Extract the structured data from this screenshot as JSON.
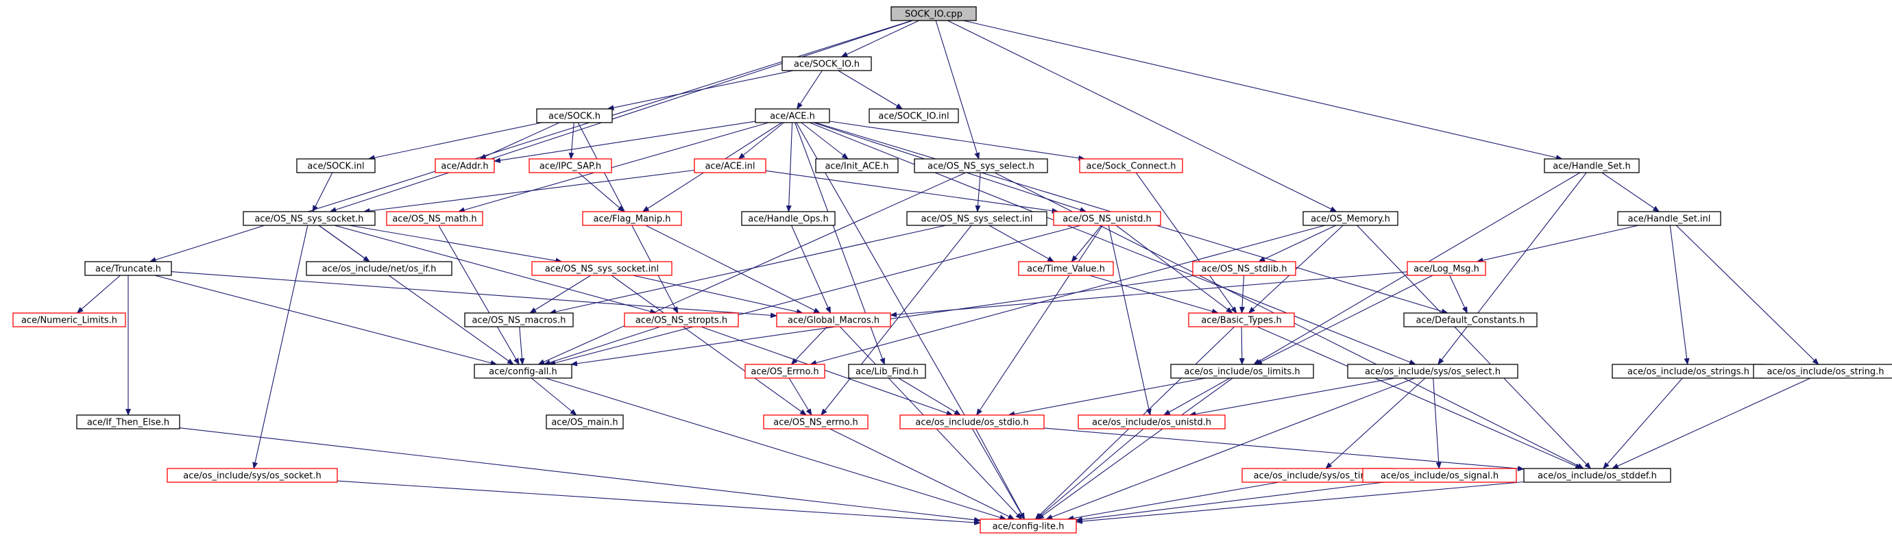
{
  "colors": {
    "edge": "#191970",
    "border_existing": "#000000",
    "border_missing": "#ff0000",
    "root_fill": "#bfbfbf",
    "background": "#ffffff"
  },
  "nodes": [
    {
      "id": "root",
      "label": "SOCK_IO.cpp",
      "kind": "root"
    },
    {
      "id": "sock_io_h",
      "label": "ace/SOCK_IO.h",
      "kind": "black"
    },
    {
      "id": "sock_h",
      "label": "ace/SOCK.h",
      "kind": "black"
    },
    {
      "id": "ace_h",
      "label": "ace/ACE.h",
      "kind": "black"
    },
    {
      "id": "sock_io_inl",
      "label": "ace/SOCK_IO.inl",
      "kind": "black"
    },
    {
      "id": "os_ns_sys_select_h",
      "label": "ace/OS_NS_sys_select.h",
      "kind": "black"
    },
    {
      "id": "handle_set_h",
      "label": "ace/Handle_Set.h",
      "kind": "black"
    },
    {
      "id": "sock_inl",
      "label": "ace/SOCK.inl",
      "kind": "black"
    },
    {
      "id": "addr_h",
      "label": "ace/Addr.h",
      "kind": "red"
    },
    {
      "id": "ipc_sap_h",
      "label": "ace/IPC_SAP.h",
      "kind": "red"
    },
    {
      "id": "ace_inl",
      "label": "ace/ACE.inl",
      "kind": "red"
    },
    {
      "id": "init_ace_h",
      "label": "ace/Init_ACE.h",
      "kind": "black"
    },
    {
      "id": "sock_connect_h",
      "label": "ace/Sock_Connect.h",
      "kind": "red"
    },
    {
      "id": "os_ns_sys_socket_h",
      "label": "ace/OS_NS_sys_socket.h",
      "kind": "black"
    },
    {
      "id": "os_ns_math_h",
      "label": "ace/OS_NS_math.h",
      "kind": "red"
    },
    {
      "id": "flag_manip_h",
      "label": "ace/Flag_Manip.h",
      "kind": "red"
    },
    {
      "id": "handle_ops_h",
      "label": "ace/Handle_Ops.h",
      "kind": "black"
    },
    {
      "id": "os_ns_sys_select_inl",
      "label": "ace/OS_NS_sys_select.inl",
      "kind": "black"
    },
    {
      "id": "os_ns_unistd_h",
      "label": "ace/OS_NS_unistd.h",
      "kind": "red"
    },
    {
      "id": "os_memory_h",
      "label": "ace/OS_Memory.h",
      "kind": "black"
    },
    {
      "id": "handle_set_inl",
      "label": "ace/Handle_Set.inl",
      "kind": "black"
    },
    {
      "id": "truncate_h",
      "label": "ace/Truncate.h",
      "kind": "black"
    },
    {
      "id": "os_if_h",
      "label": "ace/os_include/net/os_if.h",
      "kind": "black"
    },
    {
      "id": "os_ns_sys_socket_inl",
      "label": "ace/OS_NS_sys_socket.inl",
      "kind": "red"
    },
    {
      "id": "time_value_h",
      "label": "ace/Time_Value.h",
      "kind": "red"
    },
    {
      "id": "os_ns_stdlib_h",
      "label": "ace/OS_NS_stdlib.h",
      "kind": "red"
    },
    {
      "id": "log_msg_h",
      "label": "ace/Log_Msg.h",
      "kind": "red"
    },
    {
      "id": "numeric_limits_h",
      "label": "ace/Numeric_Limits.h",
      "kind": "red"
    },
    {
      "id": "os_ns_macros_h",
      "label": "ace/OS_NS_macros.h",
      "kind": "black"
    },
    {
      "id": "os_ns_stropts_h",
      "label": "ace/OS_NS_stropts.h",
      "kind": "red"
    },
    {
      "id": "global_macros_h",
      "label": "ace/Global_Macros.h",
      "kind": "red"
    },
    {
      "id": "basic_types_h",
      "label": "ace/Basic_Types.h",
      "kind": "red"
    },
    {
      "id": "default_constants_h",
      "label": "ace/Default_Constants.h",
      "kind": "black"
    },
    {
      "id": "config_all_h",
      "label": "ace/config-all.h",
      "kind": "black"
    },
    {
      "id": "os_errno_h",
      "label": "ace/OS_Errno.h",
      "kind": "red"
    },
    {
      "id": "lib_find_h",
      "label": "ace/Lib_Find.h",
      "kind": "black"
    },
    {
      "id": "os_limits_h",
      "label": "ace/os_include/os_limits.h",
      "kind": "black"
    },
    {
      "id": "os_sys_select_h",
      "label": "ace/os_include/sys/os_select.h",
      "kind": "black"
    },
    {
      "id": "os_strings_h",
      "label": "ace/os_include/os_strings.h",
      "kind": "black"
    },
    {
      "id": "os_string_h",
      "label": "ace/os_include/os_string.h",
      "kind": "black"
    },
    {
      "id": "if_then_else_h",
      "label": "ace/If_Then_Else.h",
      "kind": "black"
    },
    {
      "id": "os_main_h",
      "label": "ace/OS_main.h",
      "kind": "black"
    },
    {
      "id": "os_ns_errno_h",
      "label": "ace/OS_NS_errno.h",
      "kind": "red"
    },
    {
      "id": "os_stdio_h",
      "label": "ace/os_include/os_stdio.h",
      "kind": "red"
    },
    {
      "id": "os_unistd_h",
      "label": "ace/os_include/os_unistd.h",
      "kind": "red"
    },
    {
      "id": "os_sys_socket_h",
      "label": "ace/os_include/sys/os_socket.h",
      "kind": "red"
    },
    {
      "id": "os_sys_time_h",
      "label": "ace/os_include/sys/os_time.h",
      "kind": "red"
    },
    {
      "id": "os_signal_h",
      "label": "ace/os_include/os_signal.h",
      "kind": "red"
    },
    {
      "id": "os_stddef_h",
      "label": "ace/os_include/os_stddef.h",
      "kind": "black"
    },
    {
      "id": "config_lite_h",
      "label": "ace/config-lite.h",
      "kind": "red"
    }
  ],
  "edges": [
    [
      "root",
      "sock_io_h"
    ],
    [
      "root",
      "os_ns_sys_select_h"
    ],
    [
      "root",
      "os_memory_h"
    ],
    [
      "root",
      "handle_set_h"
    ],
    [
      "root",
      "truncate_h"
    ],
    [
      "root",
      "os_ns_sys_socket_h"
    ],
    [
      "sock_io_h",
      "sock_h"
    ],
    [
      "sock_io_h",
      "ace_h"
    ],
    [
      "sock_io_h",
      "sock_io_inl"
    ],
    [
      "sock_h",
      "sock_inl"
    ],
    [
      "sock_h",
      "addr_h"
    ],
    [
      "sock_h",
      "ipc_sap_h"
    ],
    [
      "sock_h",
      "os_ns_stropts_h"
    ],
    [
      "ace_h",
      "addr_h"
    ],
    [
      "ace_h",
      "ace_inl"
    ],
    [
      "ace_h",
      "init_ace_h"
    ],
    [
      "ace_h",
      "handle_ops_h"
    ],
    [
      "ace_h",
      "flag_manip_h"
    ],
    [
      "ace_h",
      "os_ns_math_h"
    ],
    [
      "ace_h",
      "lib_find_h"
    ],
    [
      "ace_h",
      "config_lite_h"
    ],
    [
      "ace_h",
      "sock_connect_h"
    ],
    [
      "ace_h",
      "os_ns_unistd_h"
    ],
    [
      "ace_h",
      "default_constants_h"
    ],
    [
      "ace_h",
      "os_sys_select_h"
    ],
    [
      "sock_inl",
      "os_ns_sys_socket_h"
    ],
    [
      "ipc_sap_h",
      "flag_manip_h"
    ],
    [
      "ace_inl",
      "os_ns_sys_socket_h"
    ],
    [
      "ace_inl",
      "os_ns_unistd_h"
    ],
    [
      "os_ns_sys_select_h",
      "os_ns_sys_select_inl"
    ],
    [
      "os_ns_sys_select_h",
      "config_all_h"
    ],
    [
      "os_ns_sys_select_h",
      "os_stddef_h"
    ],
    [
      "sock_connect_h",
      "basic_types_h"
    ],
    [
      "handle_set_h",
      "handle_set_inl"
    ],
    [
      "handle_set_h",
      "os_limits_h"
    ],
    [
      "handle_set_h",
      "os_sys_select_h"
    ],
    [
      "os_ns_sys_socket_h",
      "os_if_h"
    ],
    [
      "os_ns_sys_socket_h",
      "os_ns_sys_socket_inl"
    ],
    [
      "os_ns_sys_socket_h",
      "os_ns_stropts_h"
    ],
    [
      "os_ns_sys_socket_h",
      "config_all_h"
    ],
    [
      "os_ns_sys_socket_h",
      "os_sys_socket_h"
    ],
    [
      "os_ns_math_h",
      "config_all_h"
    ],
    [
      "flag_manip_h",
      "global_macros_h"
    ],
    [
      "handle_ops_h",
      "global_macros_h"
    ],
    [
      "os_ns_sys_select_inl",
      "time_value_h"
    ],
    [
      "os_ns_sys_select_inl",
      "os_ns_macros_h"
    ],
    [
      "os_ns_sys_select_inl",
      "os_ns_errno_h"
    ],
    [
      "os_ns_unistd_h",
      "time_value_h"
    ],
    [
      "os_ns_unistd_h",
      "basic_types_h"
    ],
    [
      "os_ns_unistd_h",
      "os_stdio_h"
    ],
    [
      "os_ns_unistd_h",
      "os_unistd_h"
    ],
    [
      "os_ns_unistd_h",
      "config_all_h"
    ],
    [
      "os_memory_h",
      "os_ns_stdlib_h"
    ],
    [
      "os_memory_h",
      "basic_types_h"
    ],
    [
      "os_memory_h",
      "os_errno_h"
    ],
    [
      "os_memory_h",
      "os_stddef_h"
    ],
    [
      "handle_set_inl",
      "log_msg_h"
    ],
    [
      "handle_set_inl",
      "os_strings_h"
    ],
    [
      "handle_set_inl",
      "os_string_h"
    ],
    [
      "truncate_h",
      "numeric_limits_h"
    ],
    [
      "truncate_h",
      "if_then_else_h"
    ],
    [
      "truncate_h",
      "config_all_h"
    ],
    [
      "truncate_h",
      "global_macros_h"
    ],
    [
      "os_ns_sys_socket_inl",
      "os_ns_macros_h"
    ],
    [
      "os_ns_sys_socket_inl",
      "global_macros_h"
    ],
    [
      "os_ns_sys_socket_inl",
      "os_ns_errno_h"
    ],
    [
      "time_value_h",
      "basic_types_h"
    ],
    [
      "os_ns_stdlib_h",
      "basic_types_h"
    ],
    [
      "os_ns_stdlib_h",
      "config_all_h"
    ],
    [
      "log_msg_h",
      "global_macros_h"
    ],
    [
      "log_msg_h",
      "default_constants_h"
    ],
    [
      "log_msg_h",
      "os_limits_h"
    ],
    [
      "os_ns_macros_h",
      "config_all_h"
    ],
    [
      "os_ns_stropts_h",
      "config_all_h"
    ],
    [
      "os_ns_stropts_h",
      "os_stdio_h"
    ],
    [
      "global_macros_h",
      "os_errno_h"
    ],
    [
      "global_macros_h",
      "config_lite_h"
    ],
    [
      "basic_types_h",
      "os_limits_h"
    ],
    [
      "basic_types_h",
      "config_lite_h"
    ],
    [
      "basic_types_h",
      "os_stddef_h"
    ],
    [
      "config_all_h",
      "os_main_h"
    ],
    [
      "config_all_h",
      "config_lite_h"
    ],
    [
      "os_errno_h",
      "os_ns_errno_h"
    ],
    [
      "lib_find_h",
      "os_stdio_h"
    ],
    [
      "os_limits_h",
      "os_unistd_h"
    ],
    [
      "os_limits_h",
      "os_stdio_h"
    ],
    [
      "os_limits_h",
      "config_lite_h"
    ],
    [
      "os_sys_select_h",
      "os_unistd_h"
    ],
    [
      "os_sys_select_h",
      "os_sys_time_h"
    ],
    [
      "os_sys_select_h",
      "os_signal_h"
    ],
    [
      "os_sys_select_h",
      "config_lite_h"
    ],
    [
      "os_strings_h",
      "os_stddef_h"
    ],
    [
      "os_string_h",
      "os_stddef_h"
    ],
    [
      "if_then_else_h",
      "config_lite_h"
    ],
    [
      "os_ns_errno_h",
      "config_lite_h"
    ],
    [
      "os_stdio_h",
      "config_lite_h"
    ],
    [
      "os_stdio_h",
      "os_stddef_h"
    ],
    [
      "os_unistd_h",
      "config_lite_h"
    ],
    [
      "os_sys_socket_h",
      "config_lite_h"
    ],
    [
      "os_sys_time_h",
      "config_lite_h"
    ],
    [
      "os_signal_h",
      "config_lite_h"
    ],
    [
      "os_stddef_h",
      "config_lite_h"
    ]
  ]
}
